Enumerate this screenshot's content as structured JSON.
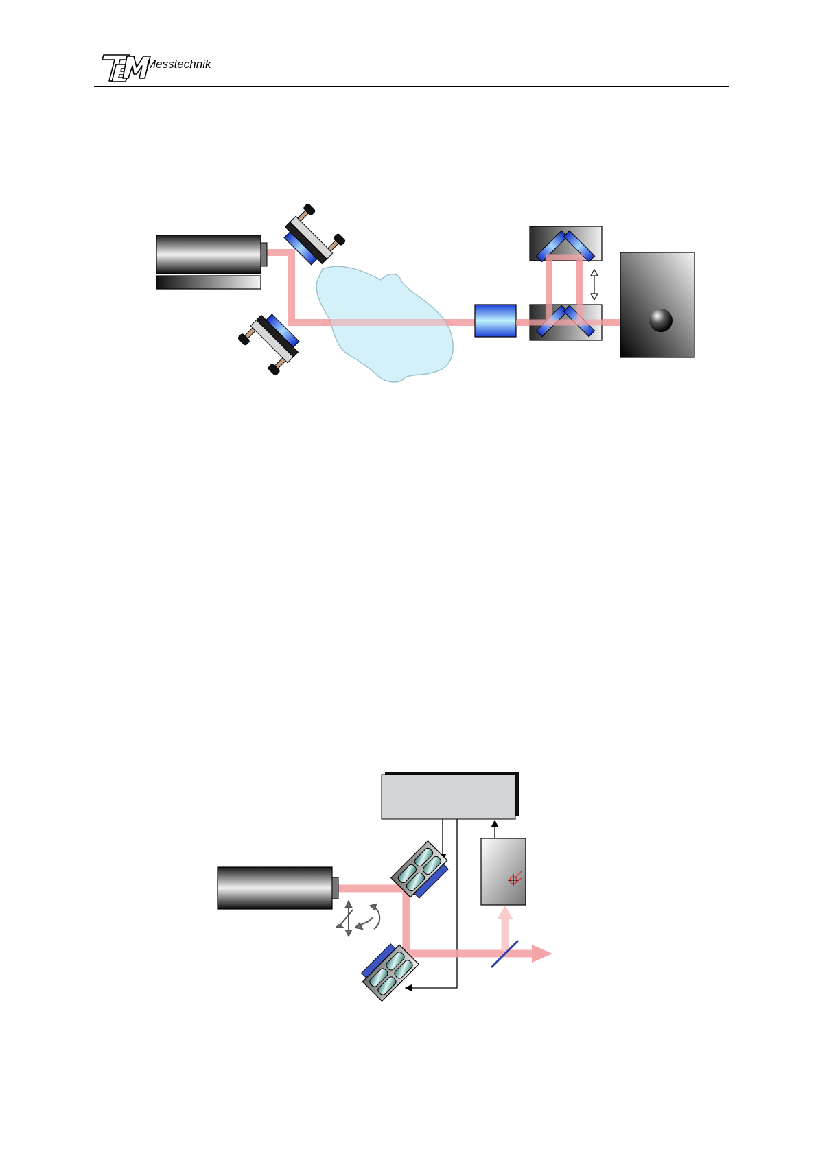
{
  "header": {
    "logo_mark": "TEM",
    "logo_text": "Messtechnik"
  },
  "figures": [
    {
      "id": "beam-path-setup",
      "components": [
        "laser-source",
        "kinematic-mirror-top",
        "kinematic-mirror-bottom",
        "optical-medium",
        "lens-element",
        "retroreflector-top",
        "retroreflector-bottom",
        "detector-housing"
      ]
    },
    {
      "id": "beam-stabilization-loop",
      "components": [
        "controller-box",
        "laser-source",
        "piezo-mirror-top",
        "piezo-mirror-bottom",
        "position-sensor",
        "beam-splitter"
      ]
    }
  ],
  "colors": {
    "beam": "#f4a3a6",
    "optic_blue": "#3a63e0",
    "medium": "#cdeef7",
    "controller": "#d3d4d8"
  }
}
